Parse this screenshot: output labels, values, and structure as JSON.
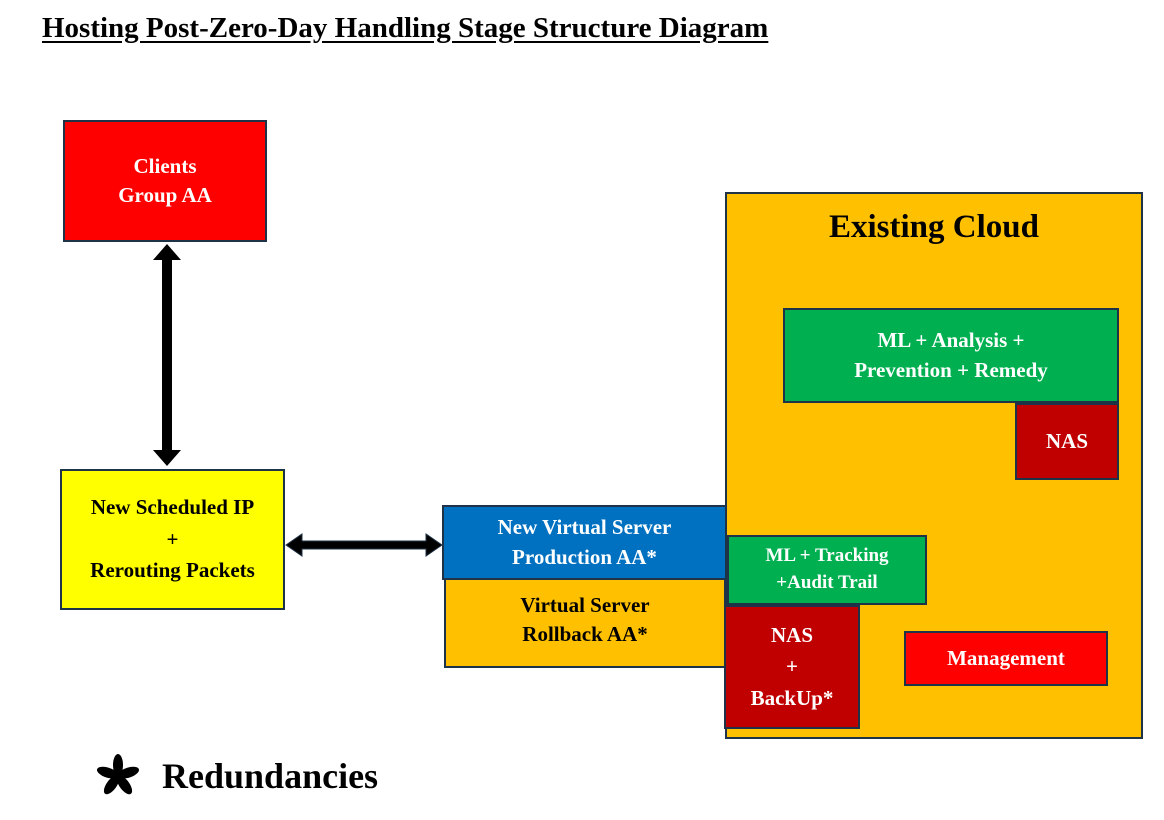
{
  "title": "Hosting Post-Zero-Day Handling Stage Structure Diagram",
  "nodes": {
    "clients": {
      "line1": "Clients",
      "line2": "Group AA"
    },
    "new_ip": {
      "line1": "New Scheduled IP",
      "line2": "+",
      "line3": "Rerouting Packets"
    },
    "cloud": {
      "title": "Existing Cloud"
    },
    "ml_analysis": {
      "line1": "ML + Analysis +",
      "line2": "Prevention + Remedy"
    },
    "nas_top": {
      "label": "NAS"
    },
    "production": {
      "line1": "New Virtual Server",
      "line2": "Production AA*"
    },
    "rollback": {
      "line1": "Virtual Server",
      "line2": "Rollback AA*"
    },
    "tracking": {
      "line1": "ML + Tracking",
      "line2": "+Audit Trail"
    },
    "nas_backup": {
      "line1": "NAS",
      "line2": "+",
      "line3": "BackUp*"
    },
    "management": {
      "label": "Management"
    }
  },
  "colors": {
    "red": "#ff0000",
    "dark_red": "#c00000",
    "yellow": "#ffff00",
    "amber": "#ffc000",
    "green": "#00b050",
    "blue": "#0070c0",
    "border": "#1f3348"
  },
  "legend": {
    "icon": "asterisk-icon",
    "label": "Redundancies"
  }
}
